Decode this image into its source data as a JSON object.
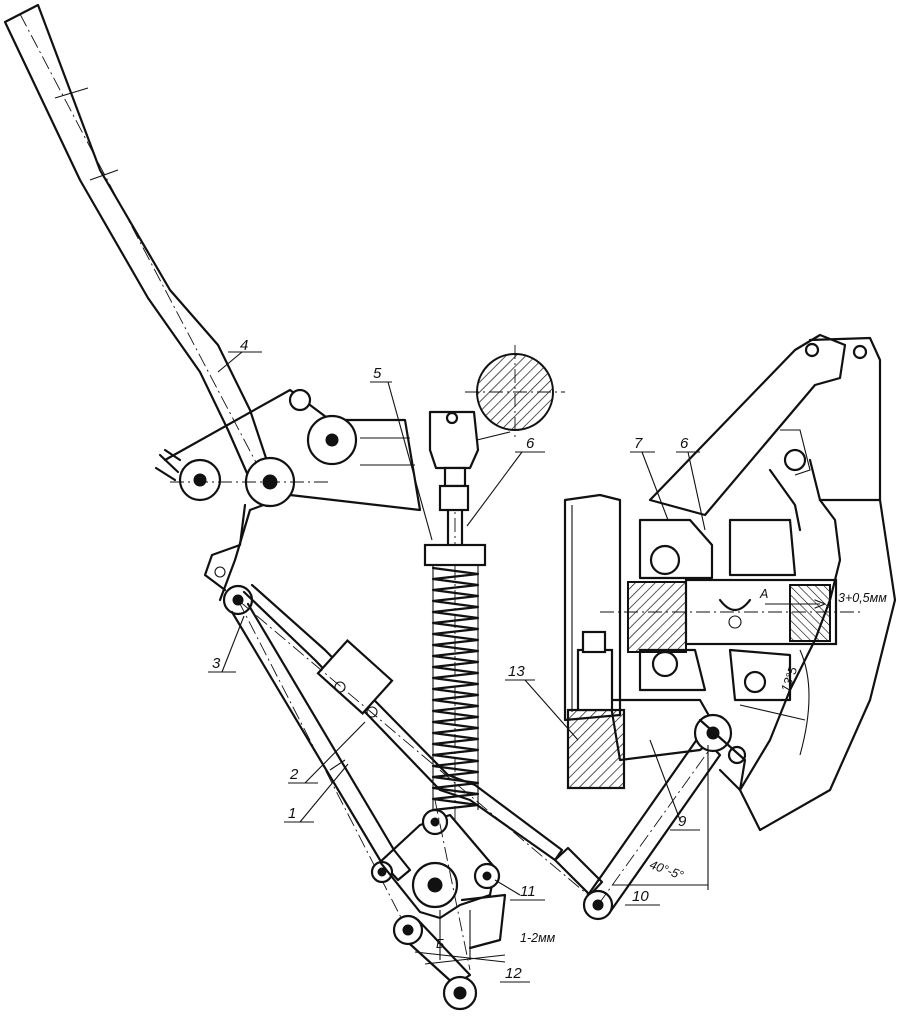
{
  "labels": {
    "l1": "1",
    "l2": "2",
    "l3": "3",
    "l4": "4",
    "l5": "5",
    "l6a": "6",
    "l6b": "6",
    "l7": "7",
    "l9": "9",
    "l10": "10",
    "l11": "11",
    "l12": "12",
    "l13": "13"
  },
  "dimensions": {
    "gap_top": "3+0,5мм",
    "gap_bottom": "1-2мм",
    "angle_lever": "40°-5°",
    "angle_fork": "13°5",
    "view_a": "А",
    "view_b": "Б"
  }
}
